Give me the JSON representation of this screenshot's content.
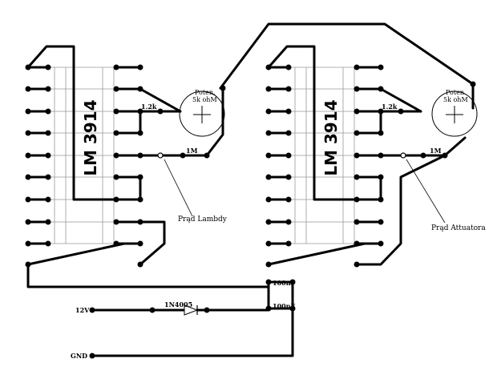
{
  "ic_left": {
    "label": "LM 3914",
    "resistor": "1.2k",
    "resistor_high": "1M",
    "pot_line1": "Poten.",
    "pot_line2": "5k ohM",
    "signal": "Prąd Lambdy"
  },
  "ic_right": {
    "label": "LM 3914",
    "resistor": "1.2k",
    "resistor_high": "1M",
    "pot_line1": "Poten.",
    "pot_line2": "5k ohM",
    "signal": "Prąd Attuatora"
  },
  "supply": {
    "v12": "12V",
    "gnd": "GND",
    "diode": "1N4005",
    "cap1": "100nF",
    "cap2": "100nF"
  }
}
